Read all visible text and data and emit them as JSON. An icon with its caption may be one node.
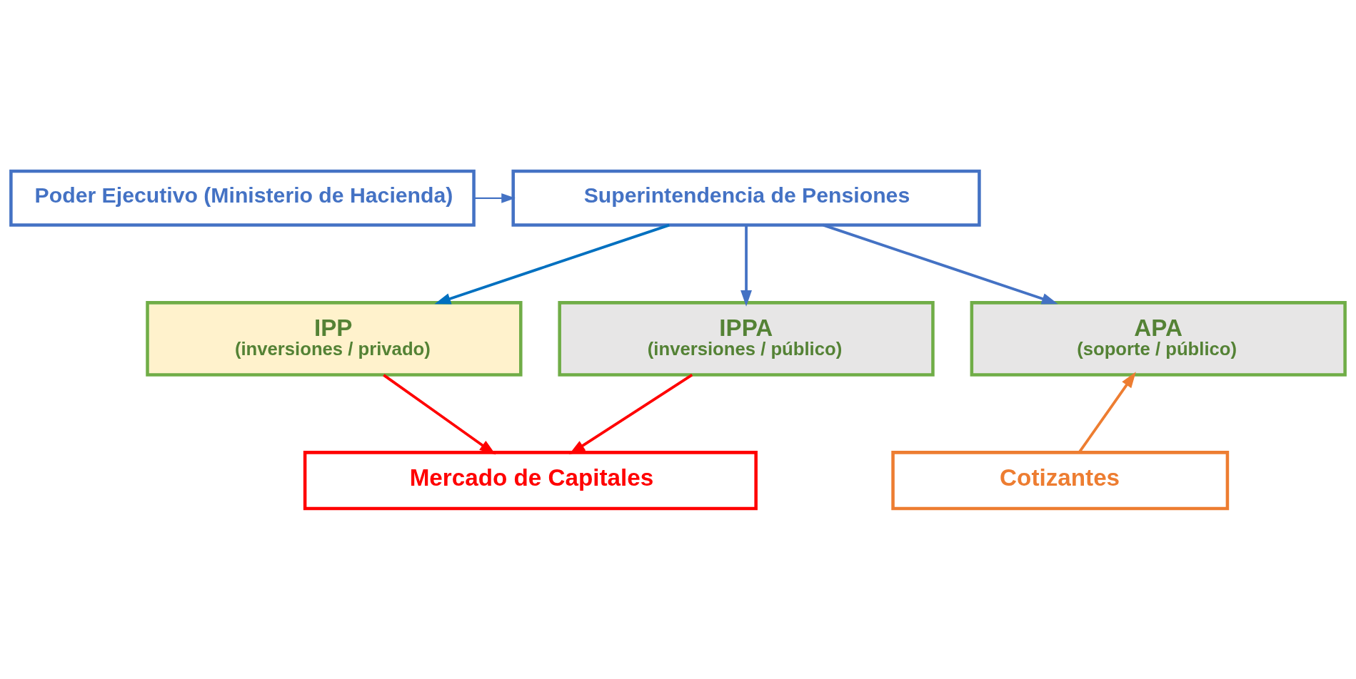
{
  "diagram": {
    "nodes": [
      {
        "text": [
          "Poder Ejecutivo (Ministerio de Hacienda)"
        ]
      },
      {
        "text": [
          "Superintendencia de Pensiones"
        ]
      },
      {
        "text": [
          "IPP",
          "(inversiones / privado)"
        ]
      },
      {
        "text": [
          "IPPA",
          "(inversiones / público)"
        ]
      },
      {
        "text": [
          "APA",
          "(soporte / público)"
        ]
      },
      {
        "text": [
          "Mercado de Capitales"
        ]
      },
      {
        "text": [
          "Cotizantes"
        ]
      }
    ],
    "edges": [
      {
        "from": 0,
        "to": 1,
        "arrow": "to"
      },
      {
        "from": 1,
        "to": 2,
        "arrow": "to",
        "color": "#0070c0"
      },
      {
        "from": 1,
        "to": 3,
        "arrow": "to"
      },
      {
        "from": 1,
        "to": 4,
        "arrow": "to"
      },
      {
        "from": 2,
        "to": 5,
        "arrow": "to",
        "color": "#ff0000"
      },
      {
        "from": 3,
        "to": 5,
        "arrow": "to",
        "color": "#ff0000"
      },
      {
        "from": 6,
        "to": 4,
        "arrow": "to",
        "color": "#ed7d31"
      }
    ]
  }
}
